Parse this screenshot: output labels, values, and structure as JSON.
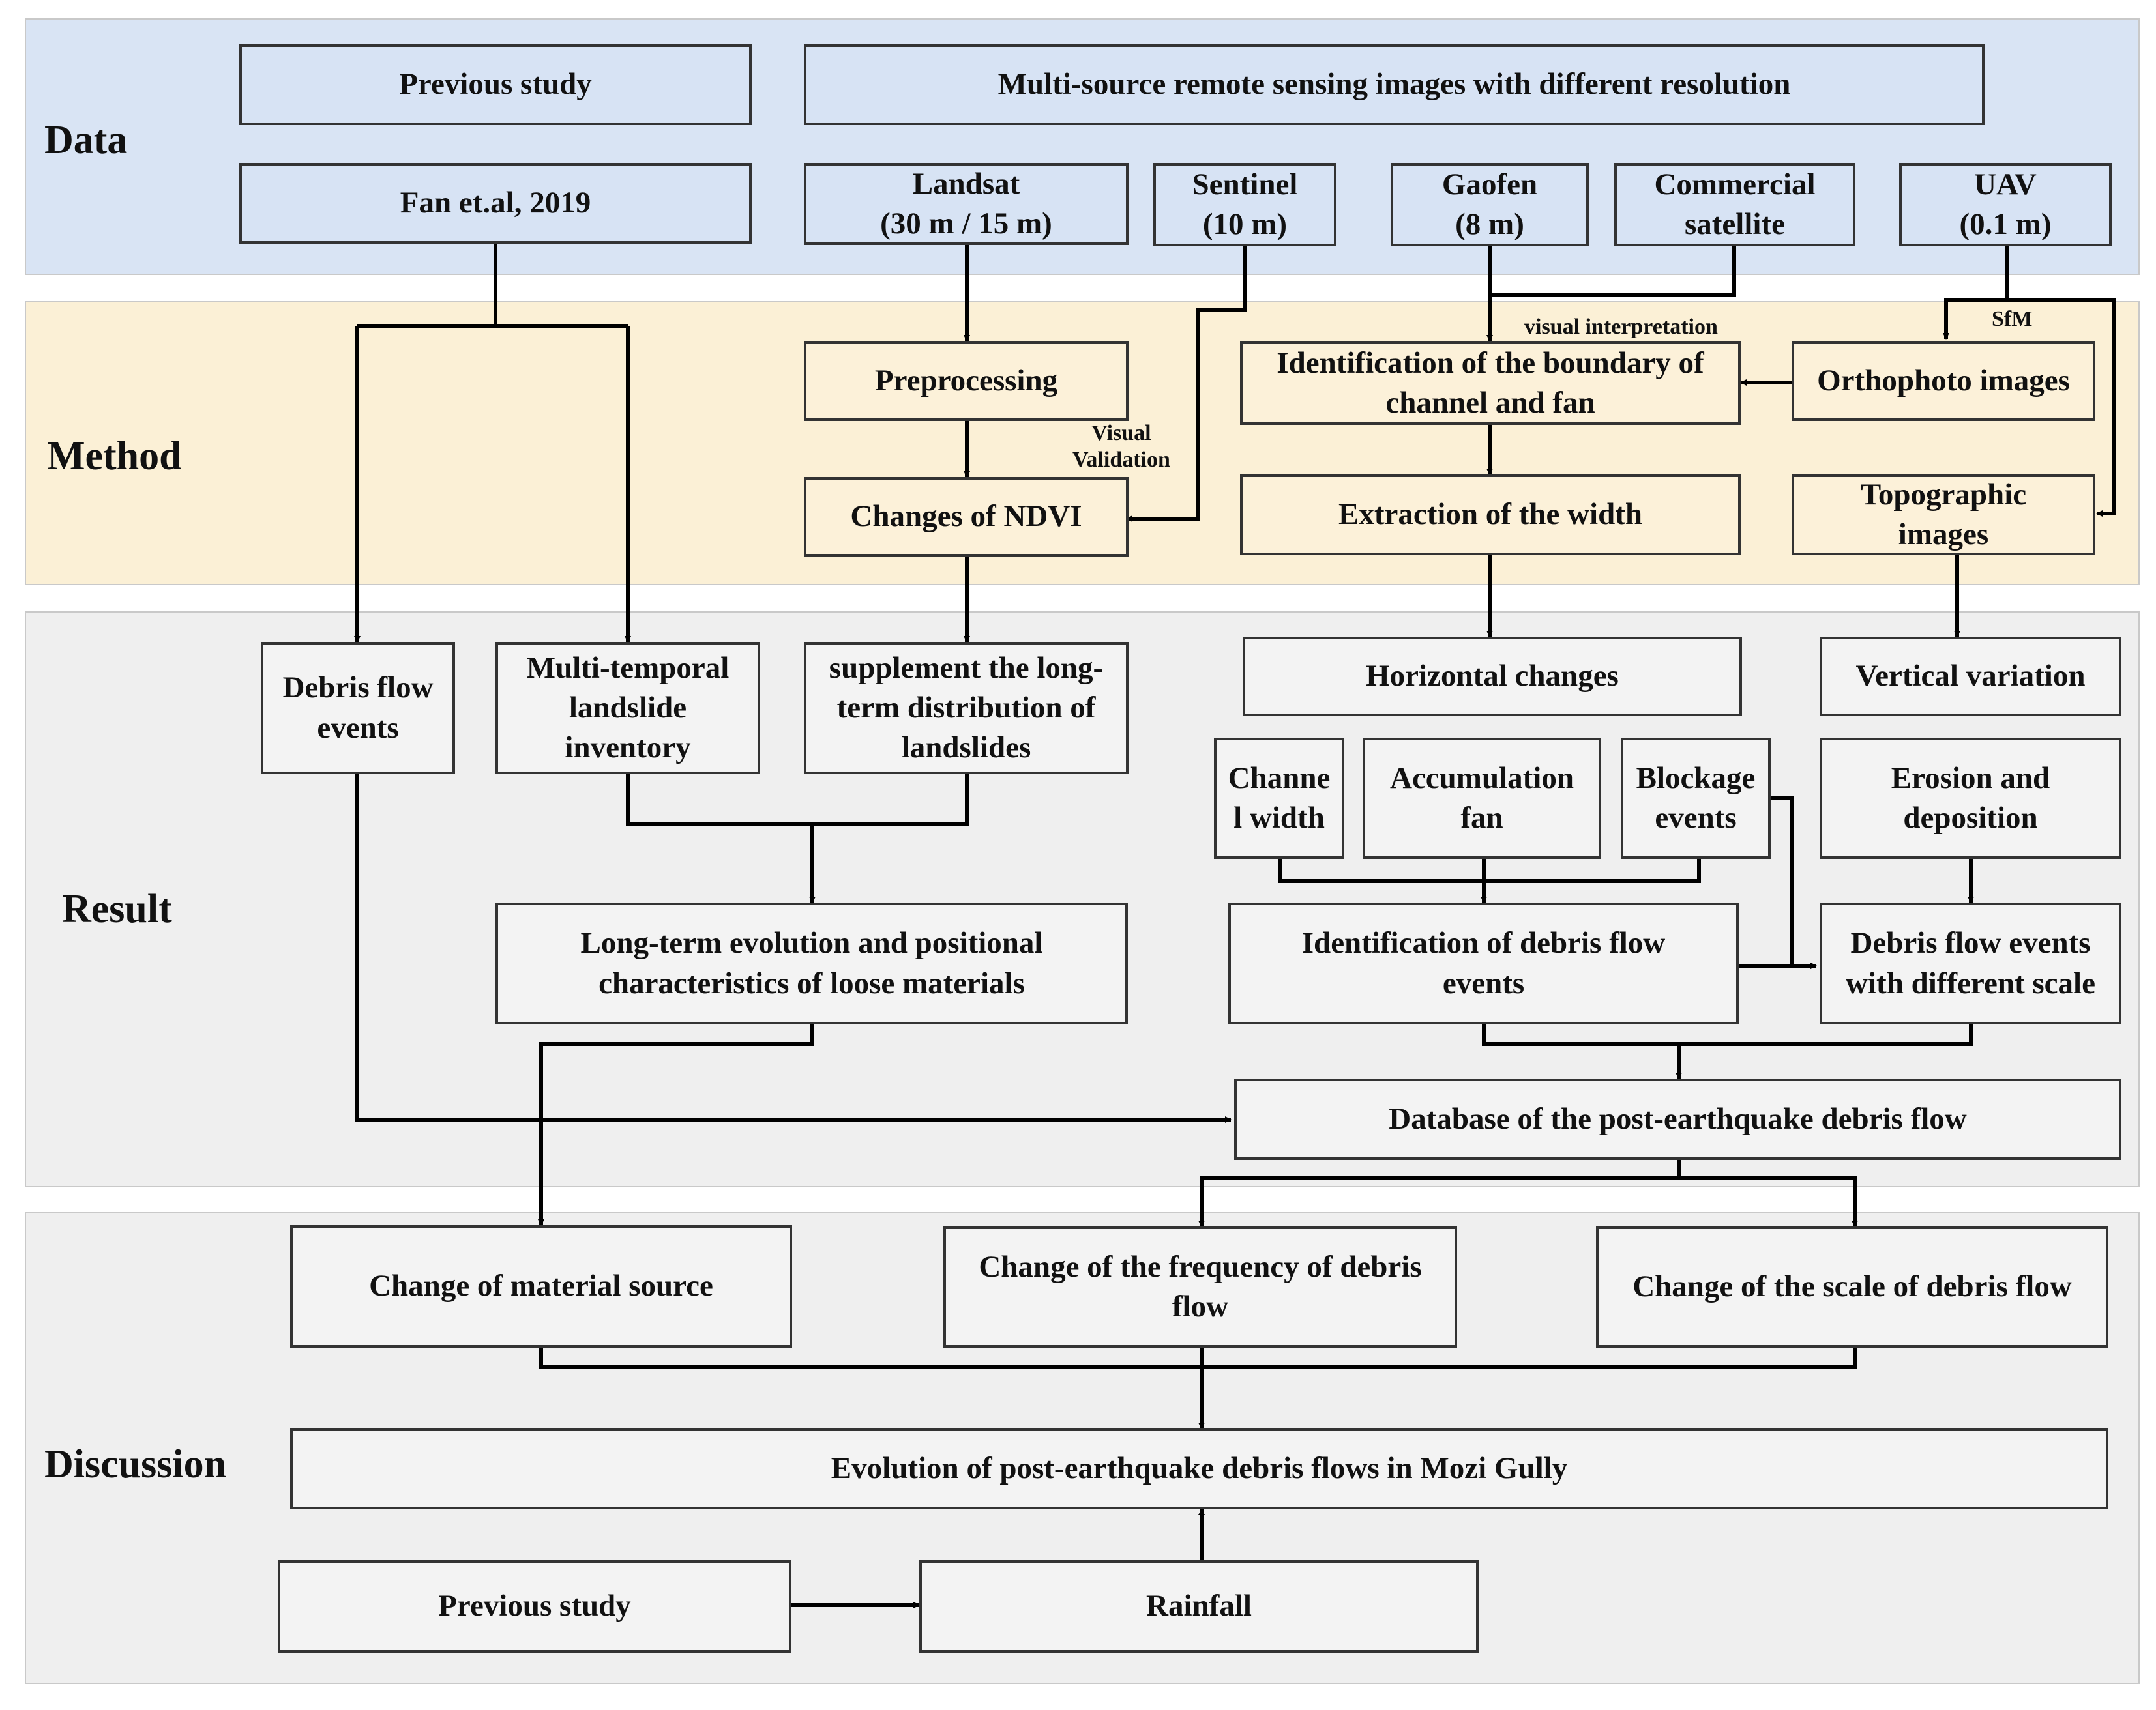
{
  "sections": {
    "data": "Data",
    "method": "Method",
    "result": "Result",
    "discussion": "Discussion"
  },
  "data_row": {
    "previous_study": "Previous study",
    "multisource": "Multi-source remote sensing images with different resolution",
    "fan": "Fan et.al, 2019",
    "landsat": "Landsat\n(30 m / 15 m)",
    "sentinel": "Sentinel\n(10 m)",
    "gaofen": "Gaofen\n(8 m)",
    "commercial": "Commercial\nsatellite",
    "uav": "UAV\n(0.1 m)"
  },
  "method_row": {
    "preprocessing": "Preprocessing",
    "ndvi": "Changes of NDVI",
    "boundary": "Identification of the boundary of\nchannel and fan",
    "width": "Extraction of the width",
    "orthophoto": "Orthophoto images",
    "topographic": "Topographic\nimages",
    "visual_validation": "Visual\nValidation",
    "visual_interpretation": "visual interpretation",
    "sfm": "SfM"
  },
  "result_row": {
    "debris_events": "Debris flow\nevents",
    "multitemporal": "Multi-temporal\nlandslide\ninventory",
    "supplement": "supplement the long-\nterm distribution of\nlandslides",
    "horizontal": "Horizontal changes",
    "vertical": "Vertical variation",
    "channel_width": "Channe\nl width",
    "accumulation": "Accumulation\nfan",
    "blockage": "Blockage\nevents",
    "erosion": "Erosion and\ndeposition",
    "longterm": "Long-term evolution and positional\ncharacteristics of loose materials",
    "ident_debris": "Identification of debris flow\nevents",
    "diff_scale": "Debris flow events\nwith different scale",
    "database": "Database of the post-earthquake debris flow"
  },
  "discussion_row": {
    "material": "Change of material source",
    "frequency": "Change of the frequency of debris\nflow",
    "scale": "Change of the scale of debris flow",
    "evolution": "Evolution of post-earthquake debris flows in Mozi Gully",
    "previous_study": "Previous study",
    "rainfall": "Rainfall"
  },
  "colors": {
    "data_band": "#d9e4f4",
    "method_band": "#fbf0d6",
    "result_band": "#efefef",
    "discussion_band": "#efefef",
    "line": "#000000"
  }
}
